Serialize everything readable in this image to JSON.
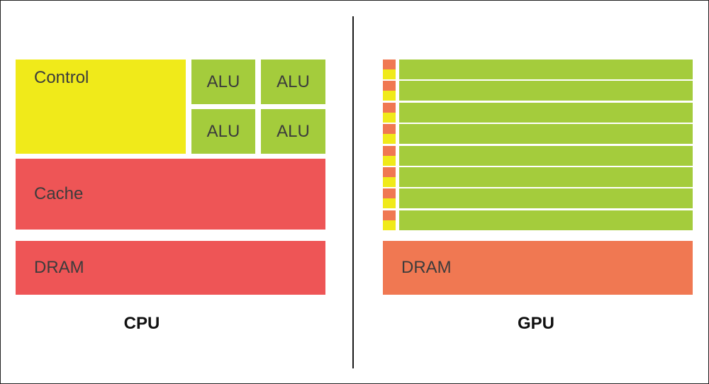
{
  "colors": {
    "control": "#f0ea1a",
    "alu": "#a4cc3c",
    "cache": "#ee5556",
    "cpu_dram": "#ee5556",
    "gpu_dram": "#f07852",
    "gpu_core_top": "#f07852",
    "gpu_core_bottom": "#f0ea1a",
    "gpu_lane": "#a4cc3c"
  },
  "cpu": {
    "caption": "CPU",
    "control_label": "Control",
    "alu_labels": [
      "ALU",
      "ALU",
      "ALU",
      "ALU"
    ],
    "cache_label": "Cache",
    "dram_label": "DRAM"
  },
  "gpu": {
    "caption": "GPU",
    "lane_count": 8,
    "dram_label": "DRAM"
  }
}
